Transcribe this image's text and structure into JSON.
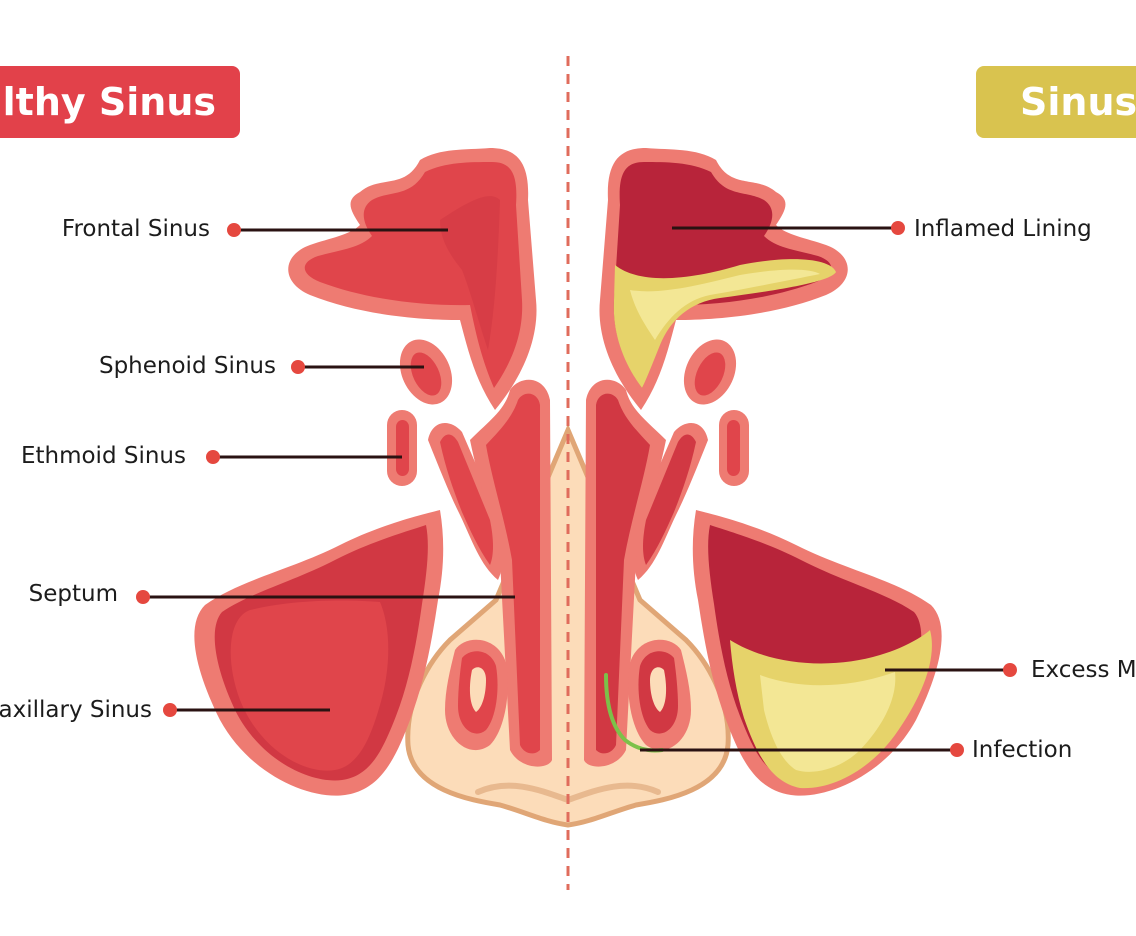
{
  "headings": {
    "left": "ealthy Sinus",
    "right": "Sinusi"
  },
  "labels_left": {
    "frontal": "Frontal Sinus",
    "sphenoid": "Sphenoid Sinus",
    "ethmoid": "Ethmoid Sinus",
    "septum": "Septum",
    "maxillary": "Maxillary Sinus"
  },
  "labels_right": {
    "inflamed": "Inflamed Lining",
    "mucus": "Excess Mu",
    "infection": "Infection"
  },
  "colors": {
    "healthy_banner": "#e2414a",
    "sinusitis_banner": "#d9c34f",
    "tissue_outer": "#ee7b72",
    "tissue_inner": "#e0454b",
    "tissue_dark": "#b8243a",
    "mucus": "#e6d36a",
    "mucus_light": "#f3e795",
    "skin": "#fcdcb9",
    "skin_edge": "#e0a676",
    "infection": "#7cc149",
    "divider": "#e06c5c",
    "dot": "#e5483f",
    "leader": "#2a1212"
  }
}
